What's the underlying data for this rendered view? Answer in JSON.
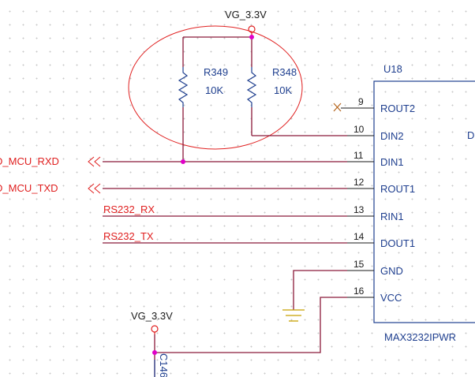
{
  "schematic": {
    "power_top": "VG_3.3V",
    "power_bottom": "VG_3.3V",
    "resistors": [
      {
        "ref": "R349",
        "value": "10K"
      },
      {
        "ref": "R348",
        "value": "10K"
      }
    ],
    "ic": {
      "ref": "U18",
      "part": "MAX3232IPWR",
      "partial_right_pin": "D",
      "pins": [
        {
          "num": "9",
          "name": "ROUT2"
        },
        {
          "num": "10",
          "name": "DIN2"
        },
        {
          "num": "11",
          "name": "DIN1"
        },
        {
          "num": "12",
          "name": "ROUT1"
        },
        {
          "num": "13",
          "name": "RIN1"
        },
        {
          "num": "14",
          "name": "DOUT1"
        },
        {
          "num": "15",
          "name": "GND"
        },
        {
          "num": "16",
          "name": "VCC"
        }
      ]
    },
    "nets": {
      "mcu_rxd": "D_MCU_RXD",
      "mcu_txd": "D_MCU_TXD",
      "rs232_rx": "RS232_RX",
      "rs232_tx": "RS232_TX"
    },
    "capacitor_ref": "C146"
  },
  "colors": {
    "wire": "#8b1a3a",
    "component": "#1f3f8f",
    "junction": "#e000c8",
    "net_label": "#e02020",
    "highlight_ellipse": "#e02020",
    "ic_border": "#1f3f8f",
    "no_connect": "#b5651d"
  }
}
